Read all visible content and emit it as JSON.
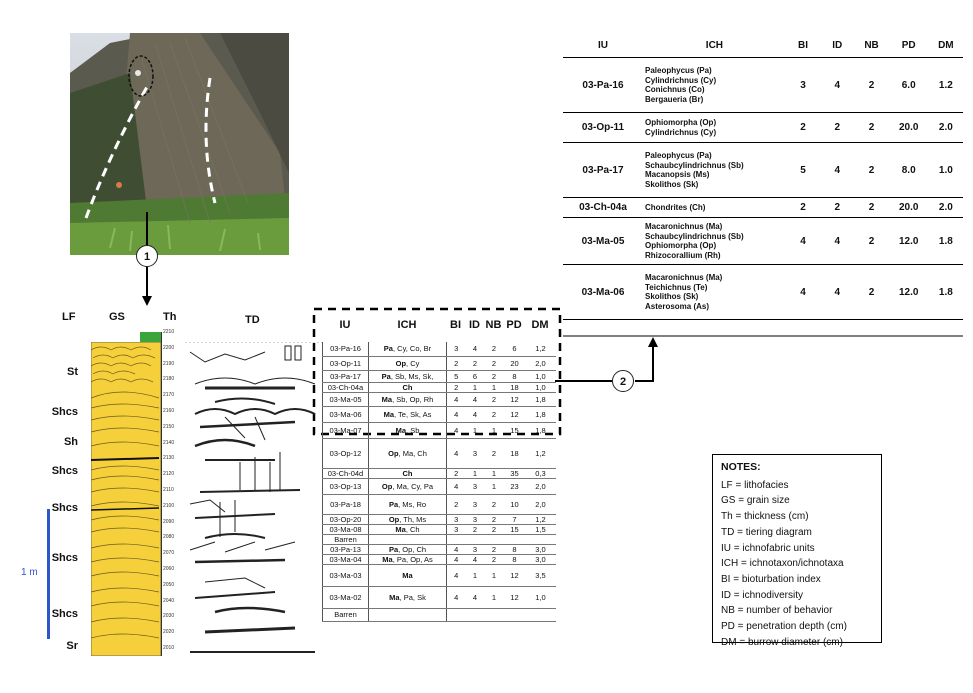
{
  "headers": {
    "lf": "LF",
    "gs": "GS",
    "th": "Th",
    "td": "TD"
  },
  "scale_label": "1 m",
  "markers": {
    "one": "1",
    "two": "2"
  },
  "lithofacies": [
    "St",
    "Shcs",
    "Sh",
    "Shcs",
    "Shcs",
    "Shcs",
    "Shcs",
    "Sr"
  ],
  "thickness_ticks": [
    "2210",
    "2200",
    "2190",
    "2180",
    "2170",
    "2160",
    "2150",
    "2140",
    "2130",
    "2120",
    "2110",
    "2100",
    "2090",
    "2080",
    "2070",
    "2060",
    "2050",
    "2040",
    "2030",
    "2020",
    "2010"
  ],
  "right_table": {
    "headers": [
      "IU",
      "ICH",
      "BI",
      "ID",
      "NB",
      "PD",
      "DM"
    ],
    "rows": [
      {
        "iu": "03-Pa-16",
        "ich": [
          "Paleophycus (Pa)",
          "Cylindrichnus (Cy)",
          "Conichnus (Co)",
          "Bergaueria (Br)"
        ],
        "bi": "3",
        "id": "4",
        "nb": "2",
        "pd": "6.0",
        "dm": "1.2"
      },
      {
        "iu": "03-Op-11",
        "ich": [
          "Ophiomorpha (Op)",
          "Cylindrichnus (Cy)"
        ],
        "bi": "2",
        "id": "2",
        "nb": "2",
        "pd": "20.0",
        "dm": "2.0"
      },
      {
        "iu": "03-Pa-17",
        "ich": [
          "Paleophycus (Pa)",
          "Schaubcylindrichnus (Sb)",
          "Macanopsis (Ms)",
          "Skolithos (Sk)"
        ],
        "bi": "5",
        "id": "4",
        "nb": "2",
        "pd": "8.0",
        "dm": "1.0"
      },
      {
        "iu": "03-Ch-04a",
        "ich": [
          "Chondrites (Ch)"
        ],
        "bi": "2",
        "id": "2",
        "nb": "2",
        "pd": "20.0",
        "dm": "2.0"
      },
      {
        "iu": "03-Ma-05",
        "ich": [
          "Macaronichnus (Ma)",
          "Schaubcylindrichnus (Sb)",
          "Ophiomorpha (Op)",
          "Rhizocorallium (Rh)"
        ],
        "bi": "4",
        "id": "4",
        "nb": "2",
        "pd": "12.0",
        "dm": "1.8"
      },
      {
        "iu": "03-Ma-06",
        "ich": [
          "Macaronichnus (Ma)",
          "Teichichnus (Te)",
          "Skolithos (Sk)",
          "Asterosoma (As)"
        ],
        "bi": "4",
        "id": "4",
        "nb": "2",
        "pd": "12.0",
        "dm": "1.8"
      }
    ]
  },
  "left_table": {
    "headers": [
      "IU",
      "ICH",
      "BI",
      "ID",
      "NB",
      "PD",
      "DM"
    ],
    "rows": [
      {
        "iu": "03-Pa-16",
        "ich_b": "Pa",
        "ich_r": ", Cy, Co, Br",
        "bi": "3",
        "id": "4",
        "nb": "2",
        "pd": "6",
        "dm": "1,2"
      },
      {
        "iu": "03-Op-11",
        "ich_b": "Op",
        "ich_r": ", Cy",
        "bi": "2",
        "id": "2",
        "nb": "2",
        "pd": "20",
        "dm": "2,0"
      },
      {
        "iu": "03-Pa-17",
        "ich_b": "Pa",
        "ich_r": ", Sb, Ms, Sk,",
        "bi": "5",
        "id": "6",
        "nb": "2",
        "pd": "8",
        "dm": "1,0"
      },
      {
        "iu": "03-Ch-04a",
        "ich_b": "Ch",
        "ich_r": "",
        "bi": "2",
        "id": "1",
        "nb": "1",
        "pd": "18",
        "dm": "1,0"
      },
      {
        "iu": "03-Ma-05",
        "ich_b": "Ma",
        "ich_r": ", Sb, Op, Rh",
        "bi": "4",
        "id": "4",
        "nb": "2",
        "pd": "12",
        "dm": "1,8"
      },
      {
        "iu": "03-Ma-06",
        "ich_b": "Ma",
        "ich_r": ", Te, Sk, As",
        "bi": "4",
        "id": "4",
        "nb": "2",
        "pd": "12",
        "dm": "1,8"
      },
      {
        "iu": "03-Ma-07",
        "ich_b": "Ma",
        "ich_r": ", Sb",
        "bi": "4",
        "id": "1",
        "nb": "1",
        "pd": "15",
        "dm": "1,8"
      },
      {
        "iu": "03-Op-12",
        "ich_b": "Op",
        "ich_r": ", Ma, Ch",
        "bi": "4",
        "id": "3",
        "nb": "2",
        "pd": "18",
        "dm": "1,2"
      },
      {
        "iu": "03-Ch-04d",
        "ich_b": "Ch",
        "ich_r": "",
        "bi": "2",
        "id": "1",
        "nb": "1",
        "pd": "35",
        "dm": "0,3"
      },
      {
        "iu": "03-Op-13",
        "ich_b": "Op",
        "ich_r": ", Ma, Cy, Pa",
        "bi": "4",
        "id": "3",
        "nb": "1",
        "pd": "23",
        "dm": "2,0"
      },
      {
        "iu": "03-Pa-18",
        "ich_b": "Pa",
        "ich_r": ", Ms, Ro",
        "bi": "2",
        "id": "3",
        "nb": "2",
        "pd": "10",
        "dm": "2,0"
      },
      {
        "iu": "03-Op-20",
        "ich_b": "Op",
        "ich_r": ", Th, Ms",
        "bi": "3",
        "id": "3",
        "nb": "2",
        "pd": "7",
        "dm": "1,2"
      },
      {
        "iu": "03-Ma-08",
        "ich_b": "Ma",
        "ich_r": ", Ch",
        "bi": "3",
        "id": "2",
        "nb": "2",
        "pd": "15",
        "dm": "1,5"
      },
      {
        "iu": "Barren",
        "ich_b": "",
        "ich_r": "",
        "bi": "",
        "id": "",
        "nb": "",
        "pd": "",
        "dm": ""
      },
      {
        "iu": "03-Pa-13",
        "ich_b": "Pa",
        "ich_r": ", Op, Ch",
        "bi": "4",
        "id": "3",
        "nb": "2",
        "pd": "8",
        "dm": "3,0"
      },
      {
        "iu": "03-Ma-04",
        "ich_b": "Ma",
        "ich_r": ", Pa, Op, As",
        "bi": "4",
        "id": "4",
        "nb": "2",
        "pd": "8",
        "dm": "3,0"
      },
      {
        "iu": "03-Ma-03",
        "ich_b": "Ma",
        "ich_r": "",
        "bi": "4",
        "id": "1",
        "nb": "1",
        "pd": "12",
        "dm": "3,5"
      },
      {
        "iu": "03-Ma-02",
        "ich_b": "Ma",
        "ich_r": ", Pa, Sk",
        "bi": "4",
        "id": "4",
        "nb": "1",
        "pd": "12",
        "dm": "1,0"
      },
      {
        "iu": "Barren",
        "ich_b": "",
        "ich_r": "",
        "bi": "",
        "id": "",
        "nb": "",
        "pd": "",
        "dm": ""
      }
    ]
  },
  "notes": {
    "title": "NOTES:",
    "items": [
      "LF = lithofacies",
      "GS = grain size",
      "Th = thickness (cm)",
      "TD = tiering diagram",
      "IU = ichnofabric units",
      "ICH = ichnotaxon/ichnotaxa",
      "BI = bioturbation index",
      "ID = ichnodiversity",
      "NB = number of behavior",
      "PD = penetration depth (cm)",
      "DM = burrow diameter (cm)"
    ]
  },
  "colors": {
    "sandstone": "#f5d03a",
    "scale_bar": "#2f55c8",
    "top_marker": "#3aa53a",
    "box_dash": "#000000"
  }
}
